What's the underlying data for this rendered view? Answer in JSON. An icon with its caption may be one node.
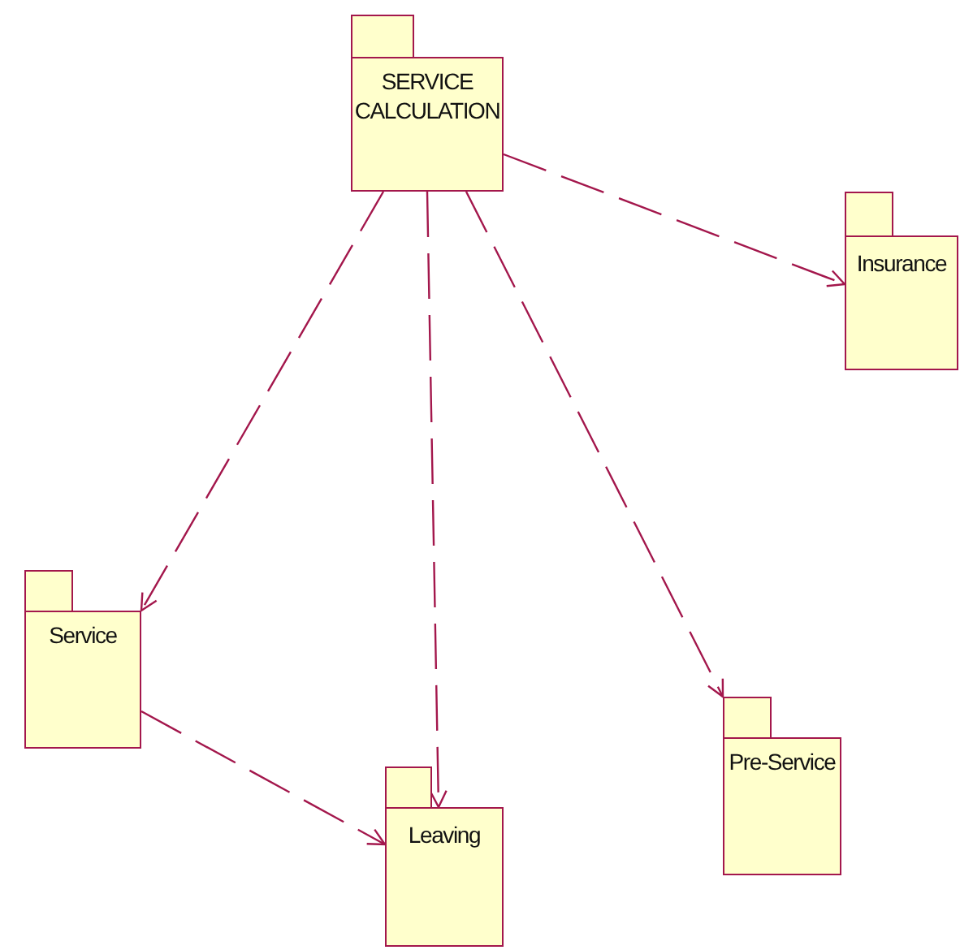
{
  "diagram": {
    "nodes": [
      {
        "text": [
          "SERVICE CALCULATION"
        ]
      },
      {
        "text": [
          "Insurance"
        ]
      },
      {
        "text": [
          "Service"
        ]
      },
      {
        "text": [
          "Leaving"
        ]
      },
      {
        "text": [
          "Pre-Service"
        ]
      }
    ],
    "edges": [
      {
        "from": 0,
        "to": 1,
        "arrow": "to",
        "style": "dashed"
      },
      {
        "from": 0,
        "to": 2,
        "arrow": "to",
        "style": "dashed"
      },
      {
        "from": 0,
        "to": 3,
        "arrow": "to",
        "style": "dashed"
      },
      {
        "from": 0,
        "to": 4,
        "arrow": "to",
        "style": "dashed"
      },
      {
        "from": 2,
        "to": 3,
        "arrow": "to",
        "style": "dashed"
      }
    ]
  }
}
